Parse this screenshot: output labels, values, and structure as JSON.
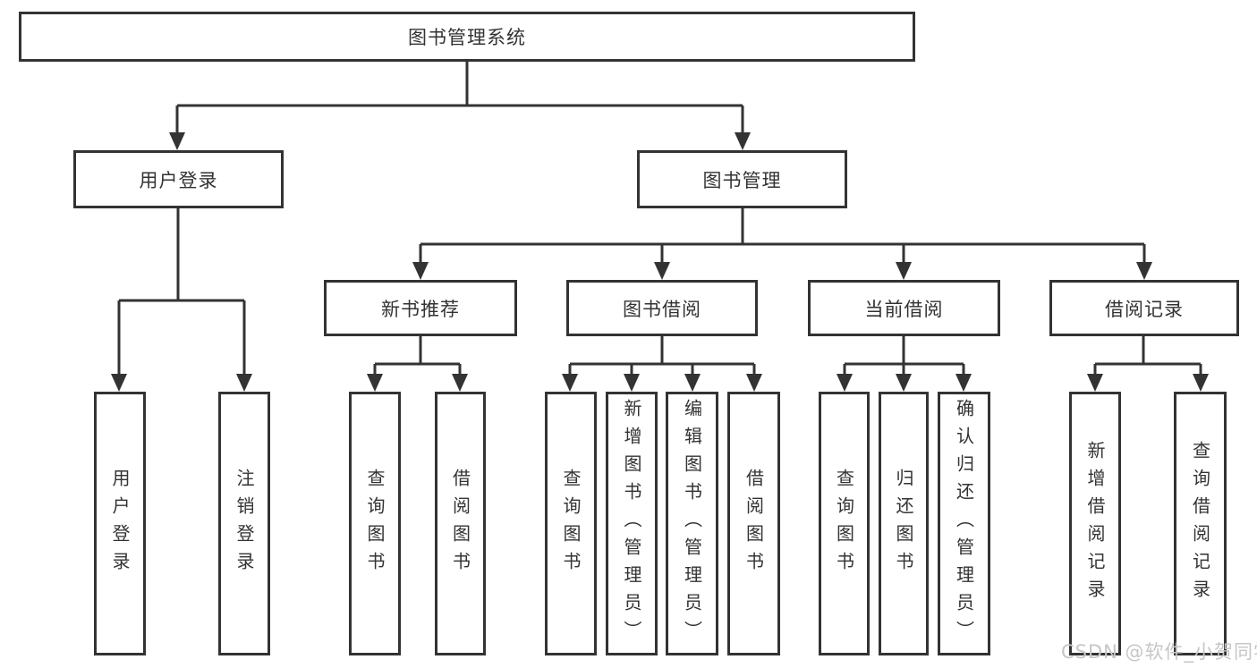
{
  "tree": {
    "root": {
      "label": "图书管理系统"
    },
    "branches": [
      {
        "label": "用户登录",
        "leaves": [
          {
            "label": "用户登录"
          },
          {
            "label": "注销登录"
          }
        ]
      },
      {
        "label": "图书管理",
        "groups": [
          {
            "label": "新书推荐",
            "leaves": [
              {
                "label": "查询图书"
              },
              {
                "label": "借阅图书"
              }
            ]
          },
          {
            "label": "图书借阅",
            "leaves": [
              {
                "label": "查询图书"
              },
              {
                "label": "新增图书（管理员）"
              },
              {
                "label": "编辑图书（管理员）"
              },
              {
                "label": "借阅图书"
              }
            ]
          },
          {
            "label": "当前借阅",
            "leaves": [
              {
                "label": "查询图书"
              },
              {
                "label": "归还图书"
              },
              {
                "label": "确认归还（管理员）"
              }
            ]
          },
          {
            "label": "借阅记录",
            "leaves": [
              {
                "label": "新增借阅记录"
              },
              {
                "label": "查询借阅记录"
              }
            ]
          }
        ]
      }
    ]
  },
  "watermark": {
    "text": "CSDN @软件_小贺同学"
  },
  "colors": {
    "line": "#333333",
    "box_border": "#333333",
    "box_background": "#ffffff",
    "watermark": "#c6c6c6"
  }
}
